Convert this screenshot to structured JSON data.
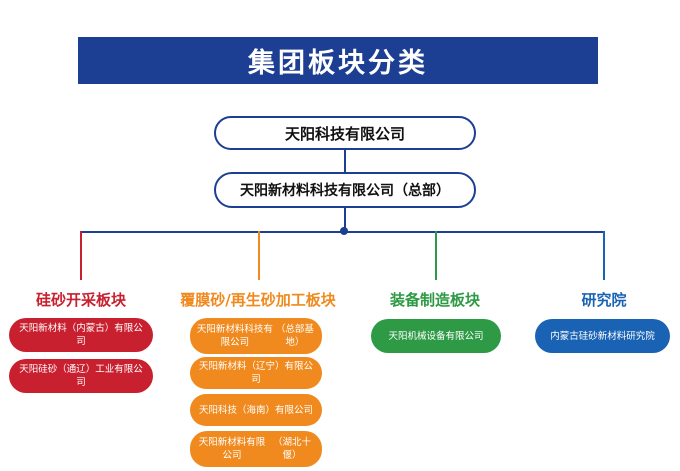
{
  "title": "集团板块分类",
  "company": "天阳科技有限公司",
  "headquarters": "天阳新材料科技有限公司（总部）",
  "colors": {
    "navy": "#1c3f94",
    "red": "#c8202f",
    "orange": "#f08a1e",
    "green": "#2e9a45",
    "blue": "#1a63b4"
  },
  "segments": [
    {
      "name": "硅砂开采板块",
      "color": "#c8202f",
      "items": [
        "天阳新材料（内蒙古）有限公司",
        "天阳硅砂（通辽）工业有限公司"
      ]
    },
    {
      "name": "覆膜砂/再生砂加工板块",
      "color": "#f08a1e",
      "items": [
        {
          "line1": "天阳新材料科技有限公司",
          "line2": "（总部基地）"
        },
        {
          "line1": "天阳新材料（辽宁）有限公司",
          "line2": ""
        },
        {
          "line1": "天阳科技（海南）有限公司",
          "line2": ""
        },
        {
          "line1": "天阳新材料有限公司",
          "line2": "（湖北十偃）"
        }
      ]
    },
    {
      "name": "装备制造板块",
      "color": "#2e9a45",
      "items": [
        "天阳机械设备有限公司"
      ]
    },
    {
      "name": "研究院",
      "color": "#1a63b4",
      "items": [
        "内蒙古硅砂新材料研究院"
      ]
    }
  ]
}
